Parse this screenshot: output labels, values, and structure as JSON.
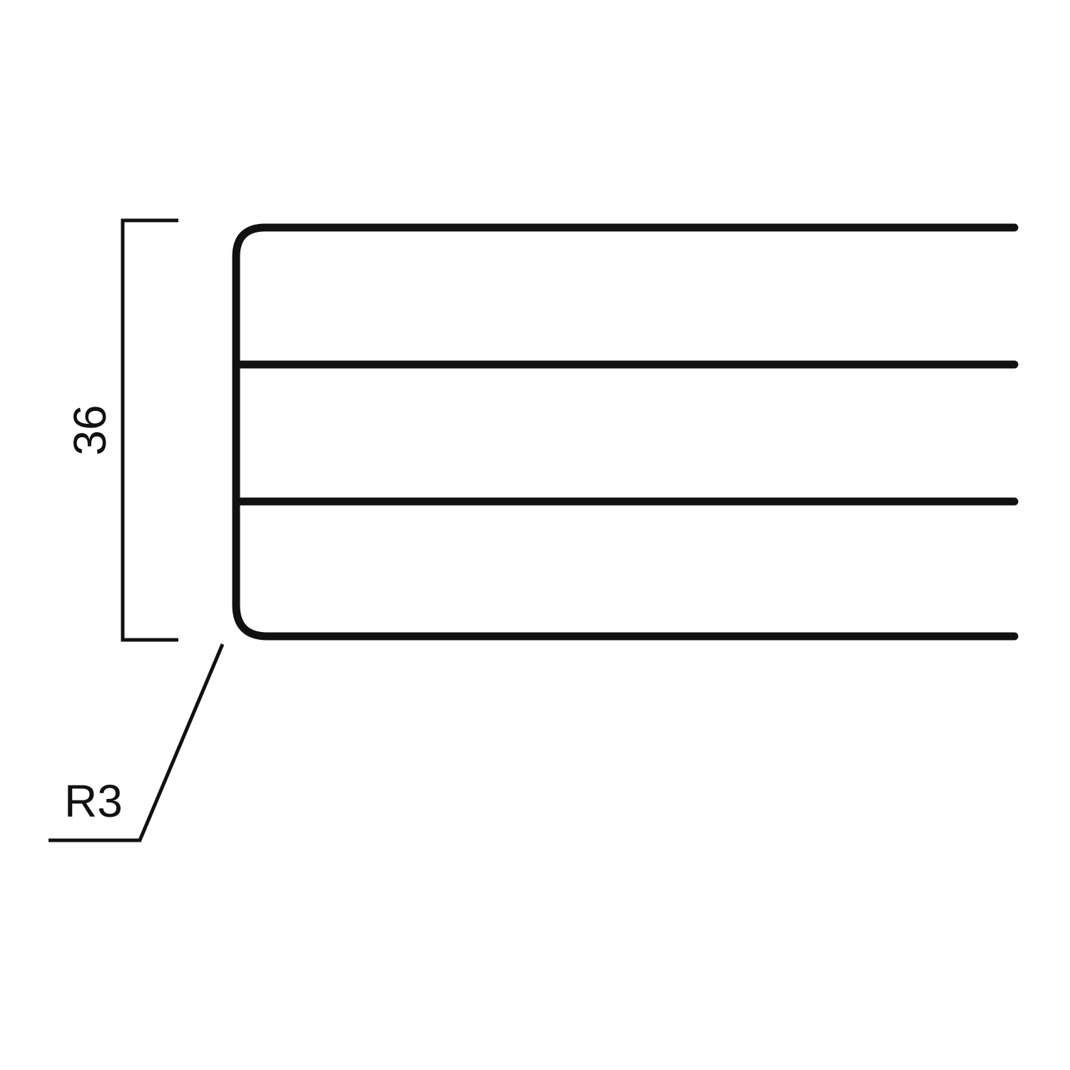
{
  "dimensions": {
    "height_label": "36",
    "radius_label": "R3"
  },
  "profile": {
    "parallel_lines": 4
  },
  "colors": {
    "stroke": "#111111",
    "background": "#ffffff"
  }
}
